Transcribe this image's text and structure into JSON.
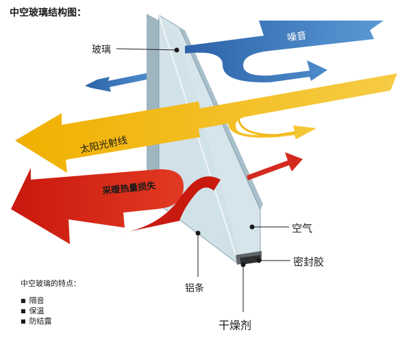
{
  "diagram": {
    "title": "中空玻璃结构图：",
    "labels": {
      "glass": "玻璃",
      "air": "空气",
      "sealant": "密封胶",
      "aluminum_strip": "铝条",
      "desiccant": "干燥剂"
    },
    "arrows": {
      "noise": "噪音",
      "sunlight": "太阳光射线",
      "heating_loss": "采暖热量损失"
    },
    "features": {
      "title": "中空玻璃的特点：",
      "items": [
        "隔音",
        "保温",
        "防结露"
      ]
    }
  },
  "colors": {
    "noise_arrow": "#3a78c0",
    "sun_arrow": "#f2b81e",
    "heat_arrow": "#d42a1f",
    "glass": "#c4d8e0",
    "background": "#ffffff"
  }
}
